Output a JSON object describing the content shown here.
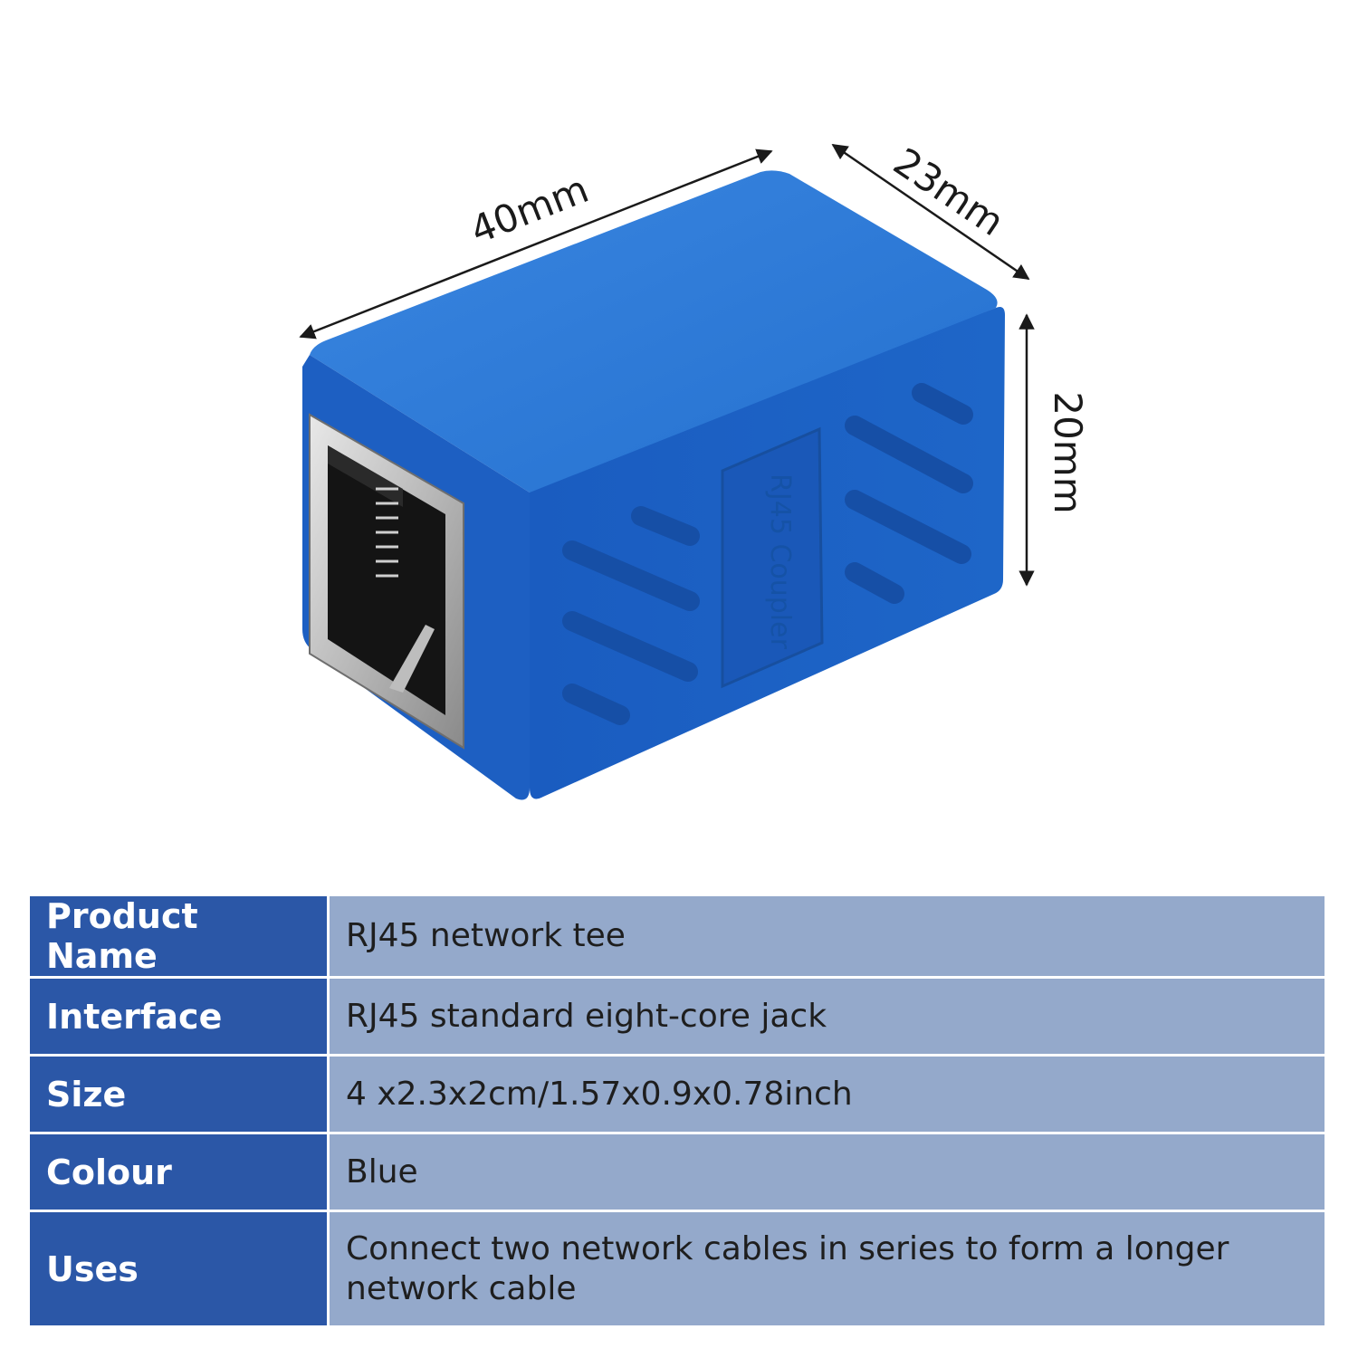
{
  "dimensions": {
    "length": "40mm",
    "width": "23mm",
    "height": "20mm"
  },
  "product_marking": "RJ45 Coupler",
  "colors": {
    "body": "#1e63c4",
    "label_cell": "#2b57a7",
    "value_cell": "#94a9cb"
  },
  "specs": [
    {
      "label": "Product Name",
      "value": "RJ45 network tee"
    },
    {
      "label": "Interface",
      "value": "RJ45 standard eight-core jack"
    },
    {
      "label": "Size",
      "value": "4 x2.3x2cm/1.57x0.9x0.78inch"
    },
    {
      "label": "Colour",
      "value": "Blue"
    },
    {
      "label": "Uses",
      "value": "Connect two network cables in series to form a longer network cable"
    }
  ]
}
